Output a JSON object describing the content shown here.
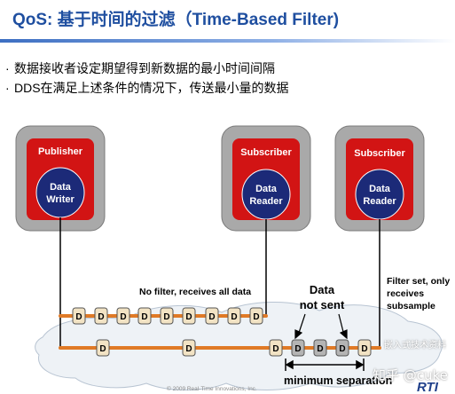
{
  "slide": {
    "title": "QoS: 基于时间的过滤（Time-Based Filter)",
    "bullets": [
      "数据接收者设定期望得到新数据的最小时间间隔",
      "DDS在满足上述条件的情况下，传送最小量的数据"
    ]
  },
  "diagram": {
    "publisher": {
      "title": "Publisher",
      "line1": "Data",
      "line2": "Writer"
    },
    "subscriber_a": {
      "title": "Subscriber",
      "line1": "Data",
      "line2": "Reader"
    },
    "subscriber_b": {
      "title": "Subscriber",
      "line1": "Data",
      "line2": "Reader"
    },
    "label_no_filter": "No filter, receives all data",
    "label_data_not_sent_1": "Data",
    "label_data_not_sent_2": "not sent",
    "label_filter_1": "Filter set, only",
    "label_filter_2": "receives",
    "label_filter_3": "subsample",
    "label_min_sep": "minimum separation",
    "sample_letter": "D",
    "copyright": "© 2009 Real-Time Innovations, Inc.",
    "logo": "RTI",
    "colors": {
      "device_gray": "#a9a9a9",
      "device_red": "#d21414",
      "ellipse_navy": "#1c2a78",
      "path_orange": "#e07a26",
      "sample_fill": "#f2e3c4",
      "sample_gray": "#b4b4b4",
      "title_blue": "#1f4fa0"
    }
  },
  "watermark": {
    "line1": "知乎 @cuke",
    "line2": "嵌入式技术资料"
  }
}
